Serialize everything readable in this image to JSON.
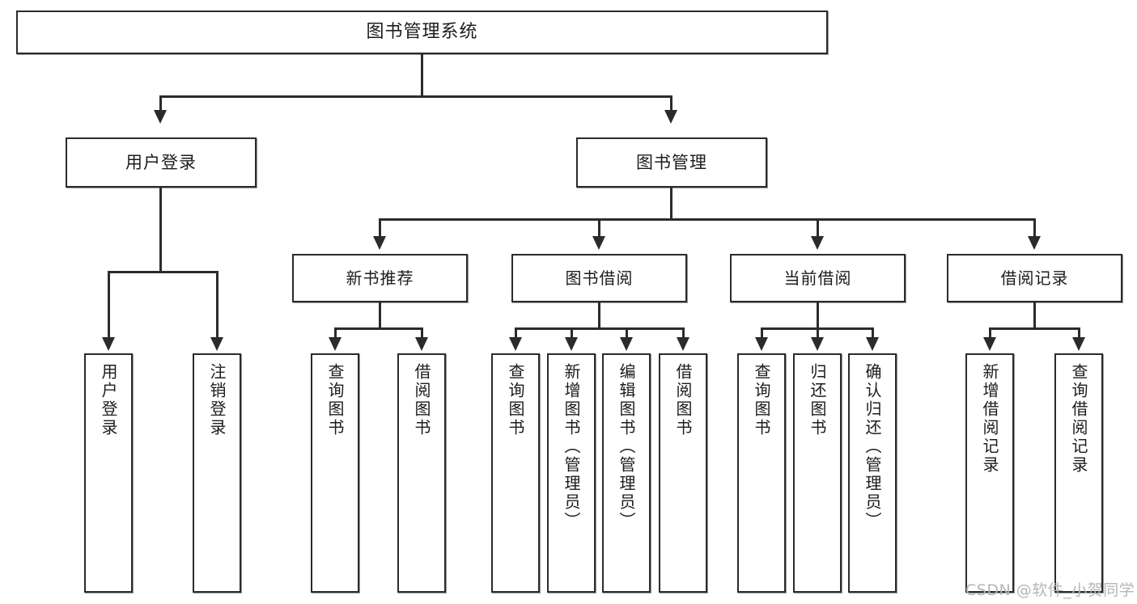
{
  "diagram": {
    "type": "hierarchy-tree",
    "title": "图书管理系统",
    "watermark": "CSDN @软件_小贺同学",
    "colors": {
      "background": "#ffffff",
      "box_border": "#2b2b2b",
      "box_fill": "#ffffff",
      "connector": "#2b2b2b",
      "watermark": "#b6b6b6"
    },
    "root": {
      "label": "图书管理系统"
    },
    "level2": [
      {
        "label": "用户登录"
      },
      {
        "label": "图书管理"
      }
    ],
    "level3": [
      {
        "label": "新书推荐"
      },
      {
        "label": "图书借阅"
      },
      {
        "label": "当前借阅"
      },
      {
        "label": "借阅记录"
      }
    ],
    "leaves": {
      "user_login": [
        {
          "label": "用户登录"
        },
        {
          "label": "注销登录"
        }
      ],
      "new_book_recommend": [
        {
          "label": "查询图书"
        },
        {
          "label": "借阅图书"
        }
      ],
      "book_borrow": [
        {
          "label": "查询图书"
        },
        {
          "label": "新增图书（管理员）"
        },
        {
          "label": "编辑图书（管理员）"
        },
        {
          "label": "借阅图书"
        }
      ],
      "current_borrow": [
        {
          "label": "查询图书"
        },
        {
          "label": "归还图书"
        },
        {
          "label": "确认归还（管理员）"
        }
      ],
      "borrow_record": [
        {
          "label": "新增借阅记录"
        },
        {
          "label": "查询借阅记录"
        }
      ]
    }
  }
}
